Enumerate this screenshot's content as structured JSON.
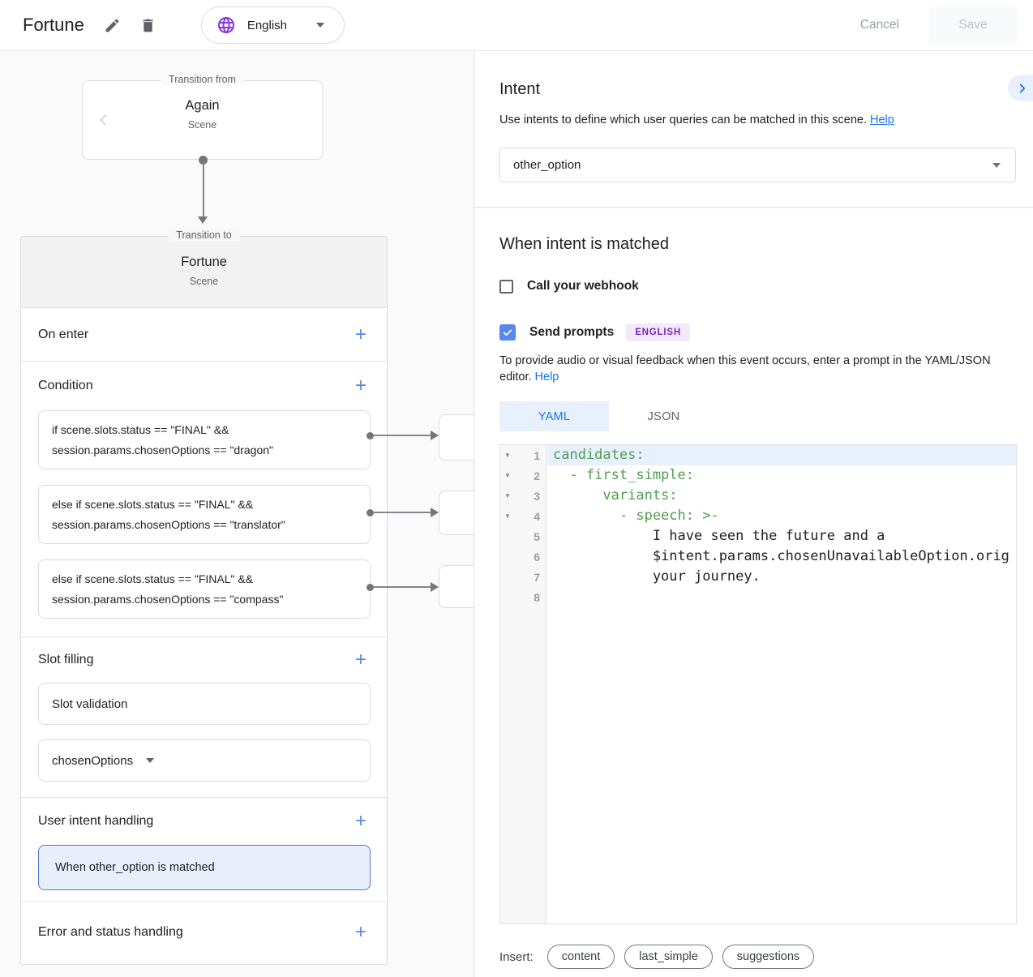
{
  "topbar": {
    "title": "Fortune",
    "language": "English",
    "cancel": "Cancel",
    "save": "Save"
  },
  "flow": {
    "from_label": "Transition from",
    "from_name": "Again",
    "from_type": "Scene",
    "to_label": "Transition to",
    "to_name": "Fortune",
    "to_type": "Scene",
    "on_enter": "On enter",
    "condition": "Condition",
    "conditions": [
      {
        "text": "if scene.slots.status == \"FINAL\" &&\nsession.params.chosenOptions == \"dragon\""
      },
      {
        "text": "else if scene.slots.status == \"FINAL\" &&\nsession.params.chosenOptions == \"translator\""
      },
      {
        "text": "else if scene.slots.status == \"FINAL\" &&\nsession.params.chosenOptions == \"compass\""
      }
    ],
    "slot_filling": "Slot filling",
    "slot_validation": "Slot validation",
    "slot_name": "chosenOptions",
    "user_intent_handling": "User intent handling",
    "intent_handler": "When other_option is matched",
    "error_handling": "Error and status handling",
    "plus": "+"
  },
  "intent": {
    "title": "Intent",
    "description": "Use intents to define which user queries can be matched in this scene.",
    "help": "Help",
    "selected": "other_option"
  },
  "matched": {
    "title": "When intent is matched",
    "webhook": "Call your webhook",
    "send_prompts": "Send prompts",
    "language_badge": "ENGLISH",
    "description": "To provide audio or visual feedback when this event occurs, enter a prompt in the YAML/JSON editor.",
    "help": "Help",
    "tab_yaml": "YAML",
    "tab_json": "JSON",
    "editor_lines": [
      {
        "n": "1",
        "fold": "▼",
        "text": "candidates:"
      },
      {
        "n": "2",
        "fold": "▼",
        "text": "  - first_simple:"
      },
      {
        "n": "3",
        "fold": "▼",
        "text": "      variants:"
      },
      {
        "n": "4",
        "fold": "▼",
        "text": "        - speech: >-"
      },
      {
        "n": "5",
        "fold": "",
        "text": "            I have seen the future and a"
      },
      {
        "n": "6",
        "fold": "",
        "text": "            $intent.params.chosenUnavailableOption.orig"
      },
      {
        "n": "7",
        "fold": "",
        "text": "            your journey."
      },
      {
        "n": "8",
        "fold": "",
        "text": ""
      }
    ],
    "insert_label": "Insert:",
    "chips": [
      "content",
      "last_simple",
      "suggestions"
    ]
  },
  "icons": {
    "edit": "pencil-icon",
    "delete": "trash-icon",
    "language": "globe-icon",
    "collapse": "chevron-right-icon",
    "dropdown": "caret-down-icon"
  },
  "colors": {
    "accent_blue": "#1a73e8",
    "plus_blue": "#5b83ea",
    "checkbox_blue": "#5887ee",
    "highlight_border": "#5574d9",
    "highlight_bg": "#e9eefb",
    "badge_purple": "#7627bb",
    "badge_bg": "#f3e8fd",
    "globe_purple": "#8a34e8",
    "code_green": "#4f9d4f",
    "active_line_bg": "#e8f0fe"
  }
}
